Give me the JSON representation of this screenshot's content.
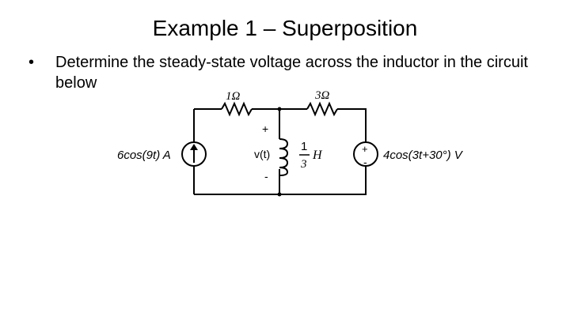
{
  "slide": {
    "title": "Example 1 – Superposition",
    "bullet_marker": "•",
    "bullet_text": "Determine the steady-state voltage across the inductor in the circuit below"
  },
  "circuit": {
    "resistor_left": "1Ω",
    "resistor_right": "3Ω",
    "current_source_label": "6cos(9t) A",
    "voltage_source_label": "4cos(3t+30°) V",
    "voltage_source_plus": "+",
    "voltage_source_minus": "-",
    "inductor_value_num": "1",
    "inductor_value_den": "3",
    "inductor_unit": "H",
    "vt_label": "v(t)",
    "vt_plus": "+",
    "vt_minus": "-"
  }
}
